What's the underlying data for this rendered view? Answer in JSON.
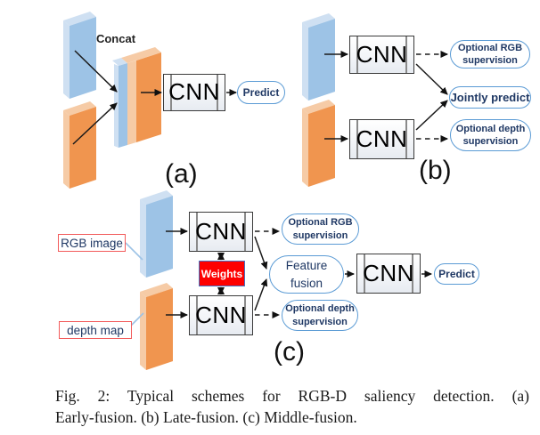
{
  "palette": {
    "blue_front": "#9dc3e6",
    "blue_light": "#cfe0f2",
    "orange_front": "#f0954f",
    "orange_light": "#f6cba6",
    "oval_border": "#5b9bd5",
    "oval_text": "#1f3864",
    "red_fill": "#fe0000",
    "red_border": "#4472c4",
    "label_box_border": "#f25b5b",
    "line_color": "#1a1a1a"
  },
  "diagram_a": {
    "concat_label": "Concat",
    "cnn_label": "CNN",
    "predict_label": "Predict",
    "panel_label": "(a)"
  },
  "diagram_b": {
    "cnn_top_label": "CNN",
    "cnn_bottom_label": "CNN",
    "optional_rgb_label": "Optional RGB supervision",
    "jointly_predict_label": "Jointly predict",
    "optional_depth_label": "Optional depth supervision",
    "panel_label": "(b)"
  },
  "diagram_c": {
    "rgb_input_label": "RGB image",
    "depth_input_label": "depth map",
    "cnn_top_label": "CNN",
    "cnn_bottom_label": "CNN",
    "weights_label": "Weights",
    "optional_rgb_label": "Optional RGB supervision",
    "feature_fusion_label": "Feature fusion",
    "optional_depth_label": "Optional depth supervision",
    "cnn_fusion_label": "CNN",
    "predict_label": "Predict",
    "panel_label": "(c)"
  },
  "caption": {
    "line1": "Fig. 2: Typical schemes for RGB-D saliency detection. (a)",
    "line2": "Early-fusion. (b) Late-fusion. (c) Middle-fusion."
  }
}
